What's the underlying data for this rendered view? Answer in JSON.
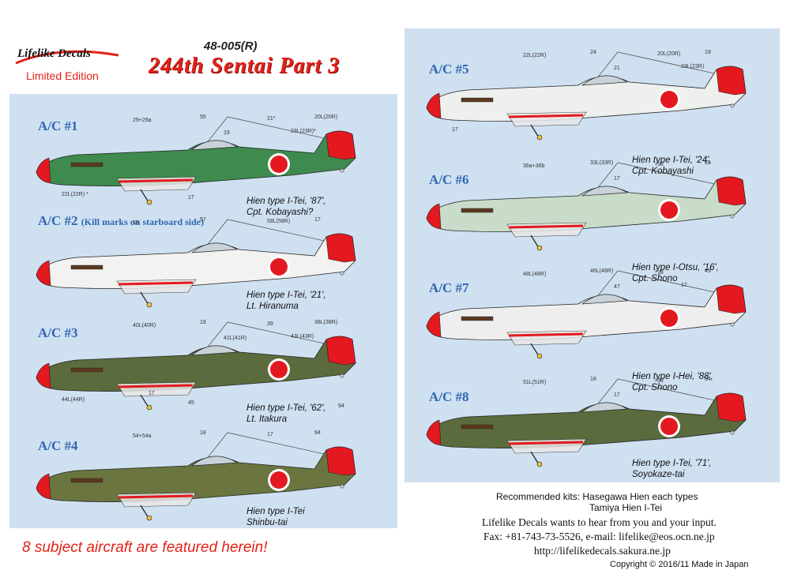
{
  "header": {
    "code": "48-005(R)",
    "title": "244th Sentai Part 3",
    "logo_name": "Lifelike Decals",
    "logo_sub": "Limited Edition"
  },
  "aircraft": [
    {
      "label": "A/C #1",
      "note": "",
      "caption1": "Hien type I-Tei, '87',",
      "caption2": "Cpt. Kobayashi?",
      "fuselage": "#3f8a4e",
      "callouts": [
        "29+29a",
        "55",
        "21*",
        "20L(20R)",
        "19",
        "23L(23R)*",
        "22L(22R) *",
        "17"
      ]
    },
    {
      "label": "A/C #2",
      "note": "(Kill marks on starboard side)",
      "caption1": "Hien type I-Tei, '21',",
      "caption2": "Lt. Hiranuma",
      "fuselage": "#f2f2f0",
      "callouts": [
        "18",
        "57",
        "58L(58R)",
        "17"
      ]
    },
    {
      "label": "A/C #3",
      "note": "",
      "caption1": "Hien type I-Tei, '62',",
      "caption2": "Lt. Itakura",
      "fuselage": "#5c6b3d",
      "callouts": [
        "40L(40R)",
        "19",
        "39",
        "38L(38R)",
        "41L(41R)",
        "43L(43R)",
        "44L(44R)",
        "45",
        "17",
        "94"
      ]
    },
    {
      "label": "A/C #4",
      "note": "",
      "caption1": "Hien type I-Tei",
      "caption2": "Shinbu-tai",
      "fuselage": "#6a7540",
      "callouts": [
        "54+54a",
        "18",
        "17",
        "94"
      ]
    },
    {
      "label": "A/C #5",
      "note": "",
      "caption1": "Hien type I-Tei, '24',",
      "caption2": "Cpt. Kobayashi",
      "fuselage": "#eef0ee",
      "callouts": [
        "22L(22R)",
        "24",
        "20L(20R)",
        "19",
        "21",
        "23L(23R)",
        "17"
      ]
    },
    {
      "label": "A/C #6",
      "note": "",
      "caption1": "Hien type I-Otsu, '16',",
      "caption2": "Cpt. Shono",
      "fuselage": "#c9dcc9",
      "callouts": [
        "36a+36b",
        "33L(33R)",
        "18",
        "35",
        "17"
      ]
    },
    {
      "label": "A/C #7",
      "note": "",
      "caption1": "Hien type I-Hei, '88',",
      "caption2": "Cpt. Shono",
      "fuselage": "#eeeeee",
      "callouts": [
        "48L(48R)",
        "46L(46R)",
        "18",
        "49",
        "47",
        "17"
      ]
    },
    {
      "label": "A/C #8",
      "note": "",
      "caption1": "Hien type I-Tei, '71',",
      "caption2": "Soyokaze-tai",
      "fuselage": "#5c6b3d",
      "callouts": [
        "51L(51R)",
        "18",
        "39",
        "94",
        "17"
      ]
    }
  ],
  "recommended": {
    "line1": "Recommended kits:  Hasegawa Hien each types",
    "line2": "Tamiya Hien I-Tei"
  },
  "contact": {
    "line1": "Lifelike Decals wants to hear from you and your input.",
    "line2": "Fax: +81-743-73-5526, e-mail: lifelike@eos.ocn.ne.jp",
    "line3": "http://lifelikedecals.sakura.ne.jp",
    "copyright": "Copyright  ©  2016/11   Made in Japan"
  },
  "footer": {
    "summary": "8 subject aircraft are featured herein!"
  },
  "colors": {
    "panel": "#cfe0f1",
    "accent_red": "#e2231a",
    "label_blue": "#2f67b2",
    "hinomaru": "#e3191f"
  }
}
